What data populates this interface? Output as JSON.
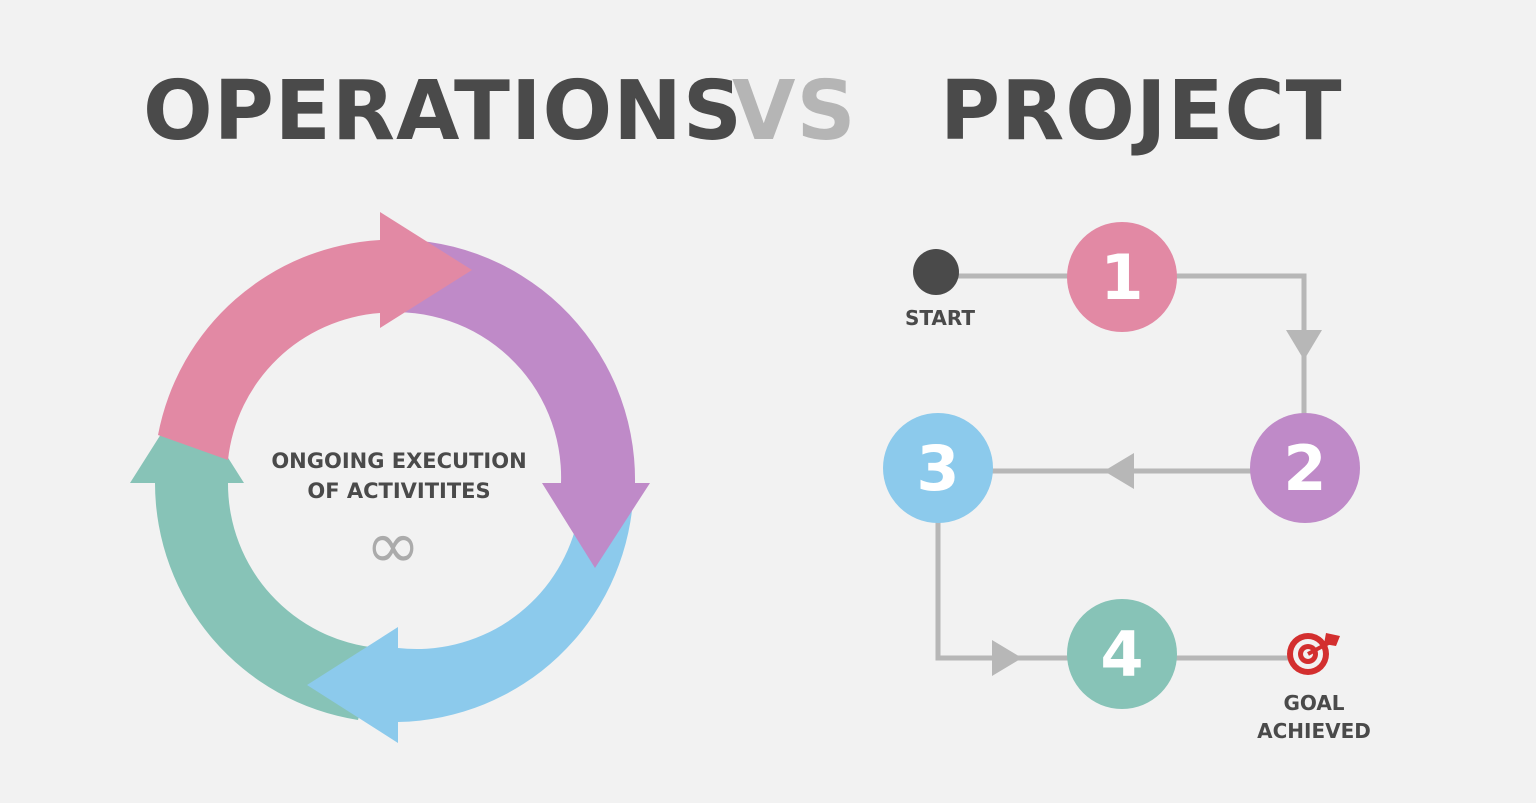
{
  "header": {
    "left_title": "OPERATIONS",
    "vs": "VS",
    "right_title": "PROJECT"
  },
  "operations": {
    "caption_line1": "ONGOING EXECUTION",
    "caption_line2": "OF ACTIVITITES",
    "symbol": "∞",
    "colors": {
      "pink": "#e289a4",
      "purple": "#bf8ac8",
      "blue": "#8ccaec",
      "green": "#87c3b7"
    }
  },
  "project": {
    "start_label": "START",
    "steps": [
      {
        "label": "1",
        "color": "#e289a4"
      },
      {
        "label": "2",
        "color": "#bf8ac8"
      },
      {
        "label": "3",
        "color": "#8ccaec"
      },
      {
        "label": "4",
        "color": "#87c3b7"
      }
    ],
    "goal_line1": "GOAL",
    "goal_line2": "ACHIEVED",
    "connector_color": "#b7b7b7",
    "goal_icon": "target-icon",
    "goal_icon_color": "#d32f2f"
  }
}
